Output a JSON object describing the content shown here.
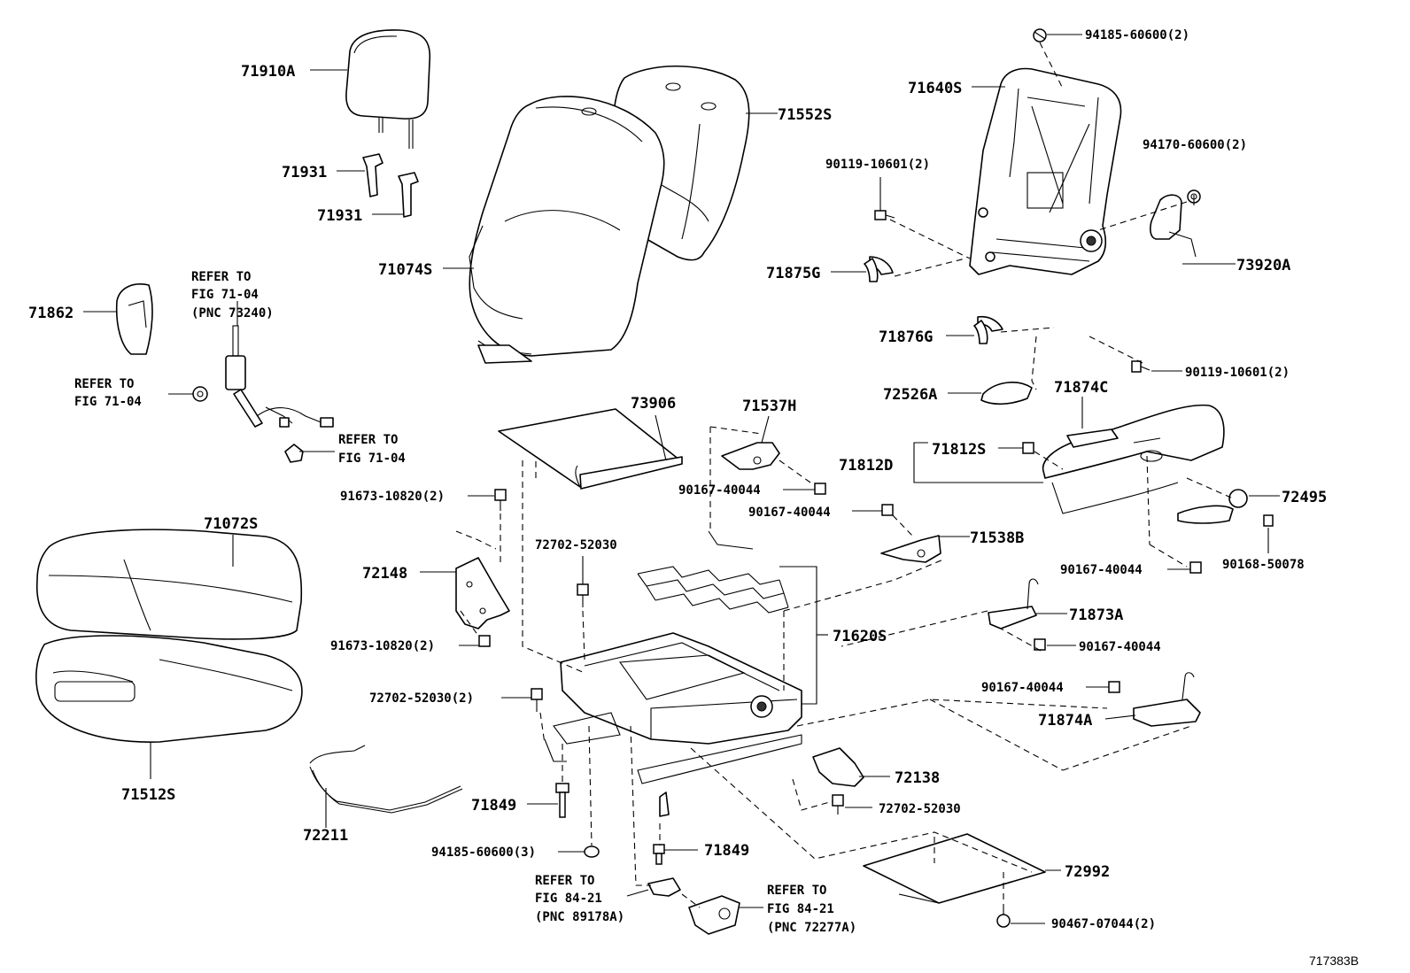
{
  "figure_id": "717383B",
  "parts": {
    "p71910A": "71910A",
    "p71931_a": "71931",
    "p71931_b": "71931",
    "p71552S": "71552S",
    "p71074S": "71074S",
    "p71640S": "71640S",
    "p94185_60600_2": "94185-60600(2)",
    "p94170_60600_2": "94170-60600(2)",
    "p90119_10601_2_a": "90119-10601(2)",
    "p90119_10601_2_b": "90119-10601(2)",
    "p71875G": "71875G",
    "p73920A": "73920A",
    "p71876G": "71876G",
    "p72526A": "72526A",
    "p71874C": "71874C",
    "p71812S": "71812S",
    "p71812D": "71812D",
    "p72495": "72495",
    "p90167_40044_a": "90167-40044",
    "p90167_40044_b": "90167-40044",
    "p90167_40044_c": "90167-40044",
    "p90167_40044_d": "90167-40044",
    "p90167_40044_e": "90167-40044",
    "p90168_50078": "90168-50078",
    "p71862": "71862",
    "p73906": "73906",
    "p71537H": "71537H",
    "p71538B": "71538B",
    "p91673_10820_2_a": "91673-10820(2)",
    "p91673_10820_2_b": "91673-10820(2)",
    "p72702_52030_a": "72702-52030",
    "p72702_52030_2": "72702-52030(2)",
    "p72702_52030_b": "72702-52030",
    "p72148": "72148",
    "p71620S": "71620S",
    "p71873A": "71873A",
    "p71874A": "71874A",
    "p71072S": "71072S",
    "p71512S": "71512S",
    "p72211": "72211",
    "p71849_a": "71849",
    "p71849_b": "71849",
    "p94185_60600_3": "94185-60600(3)",
    "p72138": "72138",
    "p72992": "72992",
    "p90467_07044_2": "90467-07044(2)"
  },
  "refs": {
    "belt": [
      "REFER TO",
      "FIG 71-04",
      "(PNC 73240)"
    ],
    "belt_anchor": [
      "REFER TO",
      "FIG 71-04"
    ],
    "belt_end": [
      "REFER TO",
      "FIG 71-04"
    ],
    "switch_a": [
      "REFER TO",
      "FIG 84-21",
      "(PNC 89178A)"
    ],
    "switch_b": [
      "REFER TO",
      "FIG 84-21",
      "(PNC 72277A)"
    ]
  }
}
